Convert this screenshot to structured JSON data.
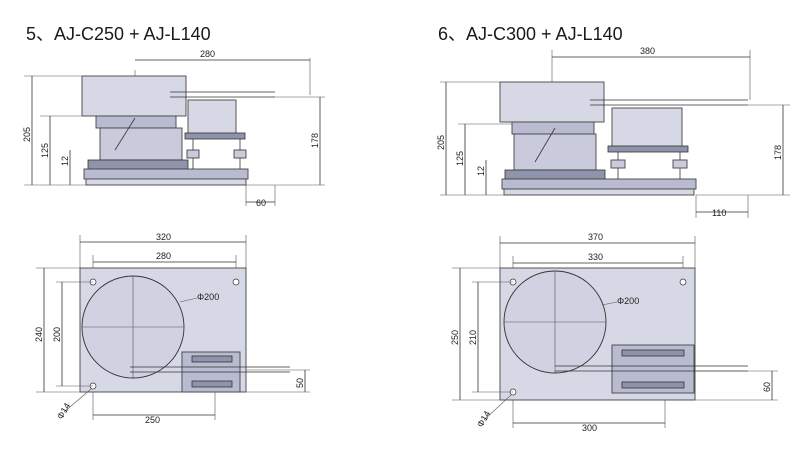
{
  "titles": {
    "left": "5、AJ-C250 + AJ-L140",
    "right": "6、AJ-C300 + AJ-L140"
  },
  "left_side": {
    "width_top": "280",
    "height_total": "205",
    "height_mid": "125",
    "height_base": "12",
    "height_right": "178",
    "offset_bottom": "60"
  },
  "left_top": {
    "width_outer": "320",
    "width_inner": "280",
    "height_outer": "240",
    "height_inner": "200",
    "circle": "Φ200",
    "hole": "Φ14",
    "width_bottom": "250",
    "height_small": "50"
  },
  "right_side": {
    "width_top": "380",
    "height_total": "205",
    "height_mid": "125",
    "height_base": "12",
    "height_right": "178",
    "offset_bottom": "110"
  },
  "right_top": {
    "width_outer": "370",
    "width_inner": "330",
    "height_outer": "250",
    "height_inner": "210",
    "circle": "Φ200",
    "hole": "Φ14",
    "width_bottom": "300",
    "height_small": "60"
  }
}
